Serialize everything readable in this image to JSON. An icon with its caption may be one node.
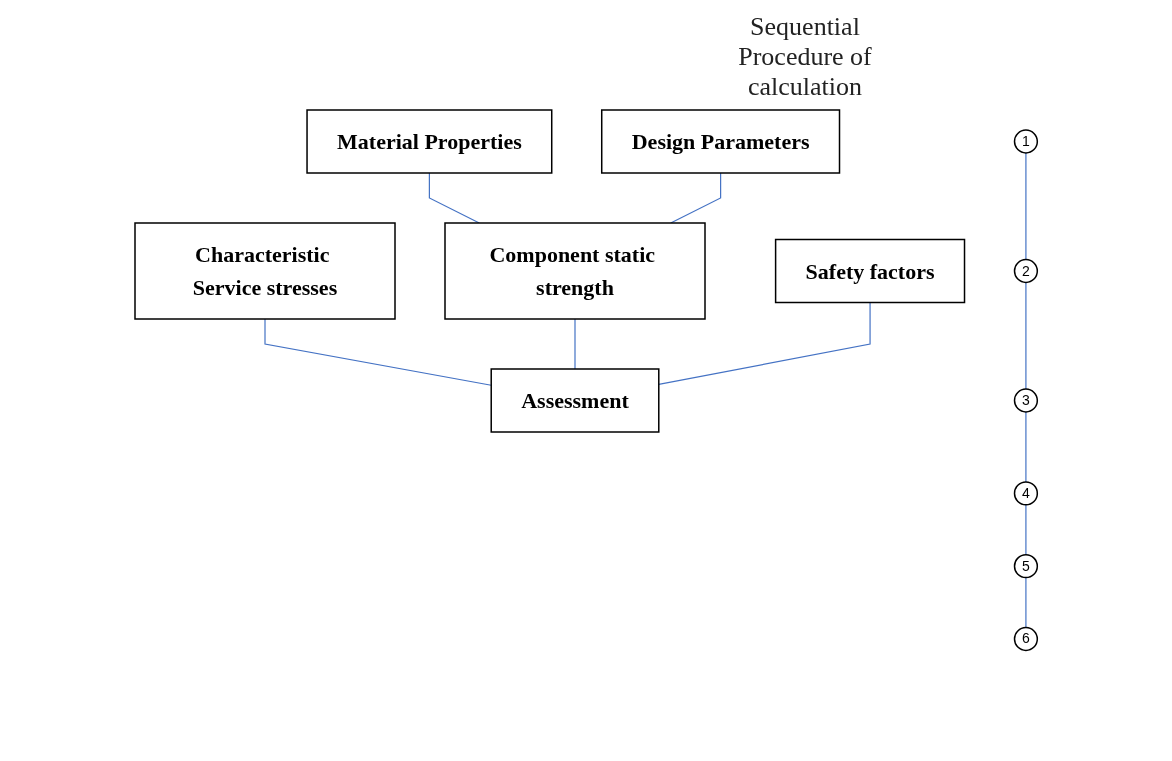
{
  "diagram": {
    "title": "Sequential Procedure of calculation",
    "nodes": [
      {
        "text": [
          "Characteristic Service stresses"
        ]
      },
      {
        "text": [
          "Material Properties"
        ]
      },
      {
        "text": [
          "Design Parameters"
        ]
      },
      {
        "text": [
          "Component static strength"
        ]
      },
      {
        "text": [
          "Safety factors"
        ]
      },
      {
        "text": [
          "Assessment"
        ]
      },
      {
        "text": [
          "1"
        ]
      },
      {
        "text": [
          "2"
        ]
      },
      {
        "text": [
          "3"
        ]
      },
      {
        "text": [
          "4"
        ]
      },
      {
        "text": [
          "5"
        ]
      },
      {
        "text": [
          "6"
        ]
      }
    ],
    "edges": [
      {
        "from": 0,
        "to": 5,
        "arrow": "none"
      },
      {
        "from": 1,
        "to": 3,
        "arrow": "none"
      },
      {
        "from": 2,
        "to": 3,
        "arrow": "none"
      },
      {
        "from": 3,
        "to": 5,
        "arrow": "none"
      },
      {
        "from": 4,
        "to": 5,
        "arrow": "none"
      },
      {
        "from": 6,
        "to": 7,
        "arrow": "none"
      },
      {
        "from": 7,
        "to": 8,
        "arrow": "none"
      },
      {
        "from": 8,
        "to": 9,
        "arrow": "none"
      },
      {
        "from": 9,
        "to": 10,
        "arrow": "none"
      },
      {
        "from": 10,
        "to": 11,
        "arrow": "none"
      }
    ]
  }
}
